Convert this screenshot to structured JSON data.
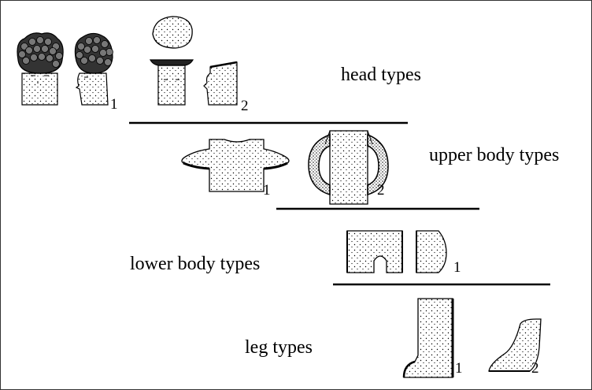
{
  "labels": {
    "head": "head types",
    "upper_body": "upper body types",
    "lower_body": "lower body types",
    "leg": "leg types"
  },
  "variant_numbers": {
    "head_1": "1",
    "head_2": "2",
    "upper_1": "1",
    "upper_2": "2",
    "lower_1": "1",
    "leg_1": "1",
    "leg_2": "2"
  }
}
